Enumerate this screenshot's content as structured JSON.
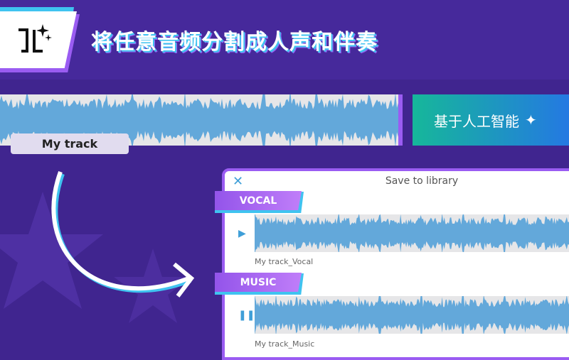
{
  "header": {
    "title": "将任意音频分割成人声和伴奏",
    "logo_icon": "split-sparkle-icon"
  },
  "source": {
    "label": "My track"
  },
  "ai_button": {
    "label": "基于人工智能",
    "icon": "sparkle-icon"
  },
  "panel": {
    "title": "Save to library",
    "close_icon": "close-icon",
    "tracks": [
      {
        "tag": "VOCAL",
        "name": "My track_Vocal",
        "control": "play-icon"
      },
      {
        "tag": "MUSIC",
        "name": "My track_Music",
        "control": "pause-icon"
      }
    ]
  },
  "colors": {
    "background": "#46299b",
    "accent": "#9a5cf2",
    "cyan": "#3fc3f0",
    "wave": "#63a8da"
  }
}
